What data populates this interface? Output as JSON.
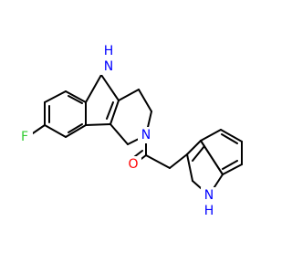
{
  "structure": {
    "atoms": {
      "fluorine": {
        "symbol": "F",
        "color": "#33cc33"
      },
      "nitrogen_tetrahydro": {
        "symbol": "N",
        "color": "#0000ff"
      },
      "nitrogen_ring_top": {
        "symbol": "N",
        "hydrogen": "H",
        "color": "#0000ff"
      },
      "oxygen": {
        "symbol": "O",
        "color": "#ff0000"
      },
      "nitrogen_indole": {
        "symbol": "N",
        "hydrogen": "H",
        "color": "#0000ff"
      }
    }
  }
}
